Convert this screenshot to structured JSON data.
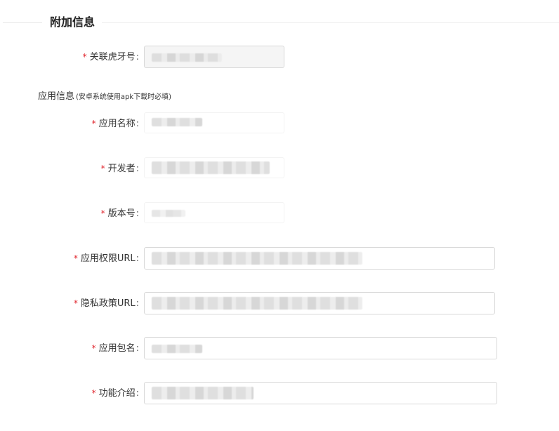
{
  "section": {
    "title": "附加信息"
  },
  "fields": {
    "huya": {
      "label": "关联虎牙号",
      "required": "*",
      "colon": ":"
    },
    "app_name": {
      "label": "应用名称",
      "required": "*",
      "colon": ":"
    },
    "developer": {
      "label": "开发者",
      "required": "*",
      "colon": ":"
    },
    "version": {
      "label": "版本号",
      "required": "*",
      "colon": ":"
    },
    "permission_url": {
      "label": "应用权限URL",
      "required": "*",
      "colon": ":"
    },
    "privacy_url": {
      "label": "隐私政策URL",
      "required": "*",
      "colon": ":"
    },
    "package_name": {
      "label": "应用包名",
      "required": "*",
      "colon": ":"
    },
    "description": {
      "label": "功能介绍",
      "required": "*",
      "colon": ":"
    }
  },
  "app_info": {
    "title": "应用信息",
    "note": "(安卓系统使用apk下载时必填)"
  },
  "colors": {
    "required": "#e0242c",
    "border": "#d9d9d9",
    "text": "#333333"
  }
}
